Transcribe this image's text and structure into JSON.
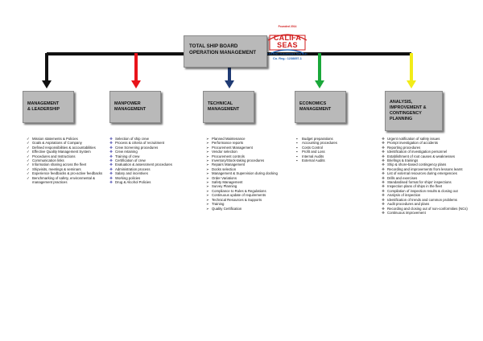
{
  "root": {
    "title": "TOTAL SHIP BOARD\nOPERATION MANAGEMENT"
  },
  "logo": {
    "founded": "Founded 2014",
    "brand_top": "CALIFA",
    "brand_bottom": "SEAS",
    "company": "HOLDING PHILIPPINES SDN BHD",
    "reg": "Co. Reg.: 1238857-1"
  },
  "categories": [
    {
      "title": "MANAGEMENT\n& LEADERSHIP",
      "arrow_color": "#111111"
    },
    {
      "title": "MANPOWER\nMANAGEMENT",
      "arrow_color": "#e8141a"
    },
    {
      "title": "TECHNICAL\nMANAGEMENT",
      "arrow_color": "#1f3b74"
    },
    {
      "title": "ECONOMICS\nMANAGEMENT",
      "arrow_color": "#1aa83a"
    },
    {
      "title": "ANALYSIS,\nIMPROVEMENT &\nCONTINGENCY\nPLANNING",
      "arrow_color": "#f2ec18"
    }
  ],
  "lists": {
    "management": [
      "Mission statements & Policies",
      "Goals & Aspirations of Company",
      "Defined responsibilities & accountabilities",
      "Effective Quality Management System",
      "Procedures and Instructions",
      "Communication links",
      "Information sharing across the fleet",
      "Shipvisits, meetings & seminars",
      "Experience feedbacks & pro-active feedbacks",
      "Benchmarking of safety, environmental & management practices"
    ],
    "manpower": [
      "Selection of ship crew",
      "Process & criteria of recruitment",
      "Crew Screening procedures",
      "Crew retaining",
      "Training of crew",
      "Certification of crew",
      "Evaluation & assessment procedures",
      "Administration process",
      "Salary and incentives",
      "Working policies",
      "Drug & Alcohol Policies"
    ],
    "technical": [
      "Planned Maintenance",
      "Performance reports",
      "Procurement Management",
      "Vendor selection",
      "Procurement controls",
      "Inventory/Stock-taking procedures",
      "Repairs Management",
      "Docks selection",
      "Management & Supervision during docking",
      "Order Variations",
      "Safety Management",
      "Survey Planning",
      "Compliance to Rules & Regulations",
      "Continuous update of requirements",
      "Technical Resources & Supports",
      "Training",
      "Quality Certification"
    ],
    "economics": [
      "Budget preparations",
      "Accounting procedures",
      "Costs Control",
      "Profit and Loss",
      "Internal Audits",
      "External Audits"
    ],
    "analysis": [
      "Urgent notification of safety issues",
      "Prompt investigation of accidents",
      "Reporting procedures",
      "Identification of investigation personnel",
      "Establishment of root causes & weaknesses",
      "Briefings & trainings",
      "Ship & shore-based contingency plans",
      "Recording and improvements from lessons learnt",
      "List of external resources during emergencies",
      "Drills and exercises",
      "Standardised format for ships' inspections",
      "Inspection plans of ships in the fleet",
      "Compilation of inspection results & closing out",
      "Analysis of inspection",
      "Identification of trends and common problems",
      "Audit procedures and plans",
      "Recording and closing out of non-conformities (NCs)",
      "Continuous improvement"
    ]
  },
  "icons": {
    "management": "checkmark-icon",
    "manpower": "diamond-bullet-icon",
    "technical": "arrow-bullet-icon",
    "economics": "square-bullet-icon",
    "analysis": "four-diamond-bullet-icon"
  }
}
